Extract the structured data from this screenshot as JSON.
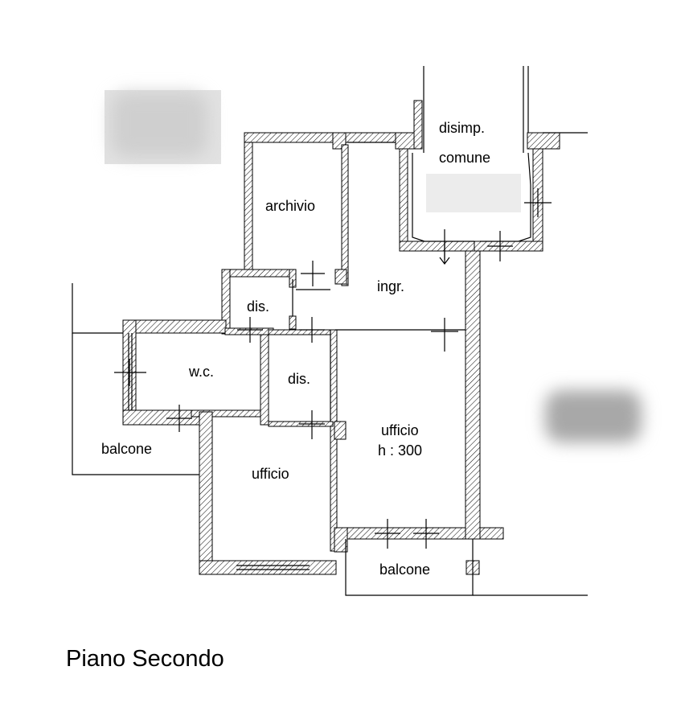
{
  "plan": {
    "title": "Piano Secondo",
    "rooms": {
      "disimp": "disimp.",
      "comune": "comune",
      "archivio": "archivio",
      "ingr": "ingr.",
      "dis_upper": "dis.",
      "dis_lower": "dis.",
      "wc": "w.c.",
      "balcone_left": "balcone",
      "ufficio_left": "ufficio",
      "ufficio_right": "ufficio",
      "height_note": "h : 300",
      "balcone_bottom": "balcone"
    }
  }
}
